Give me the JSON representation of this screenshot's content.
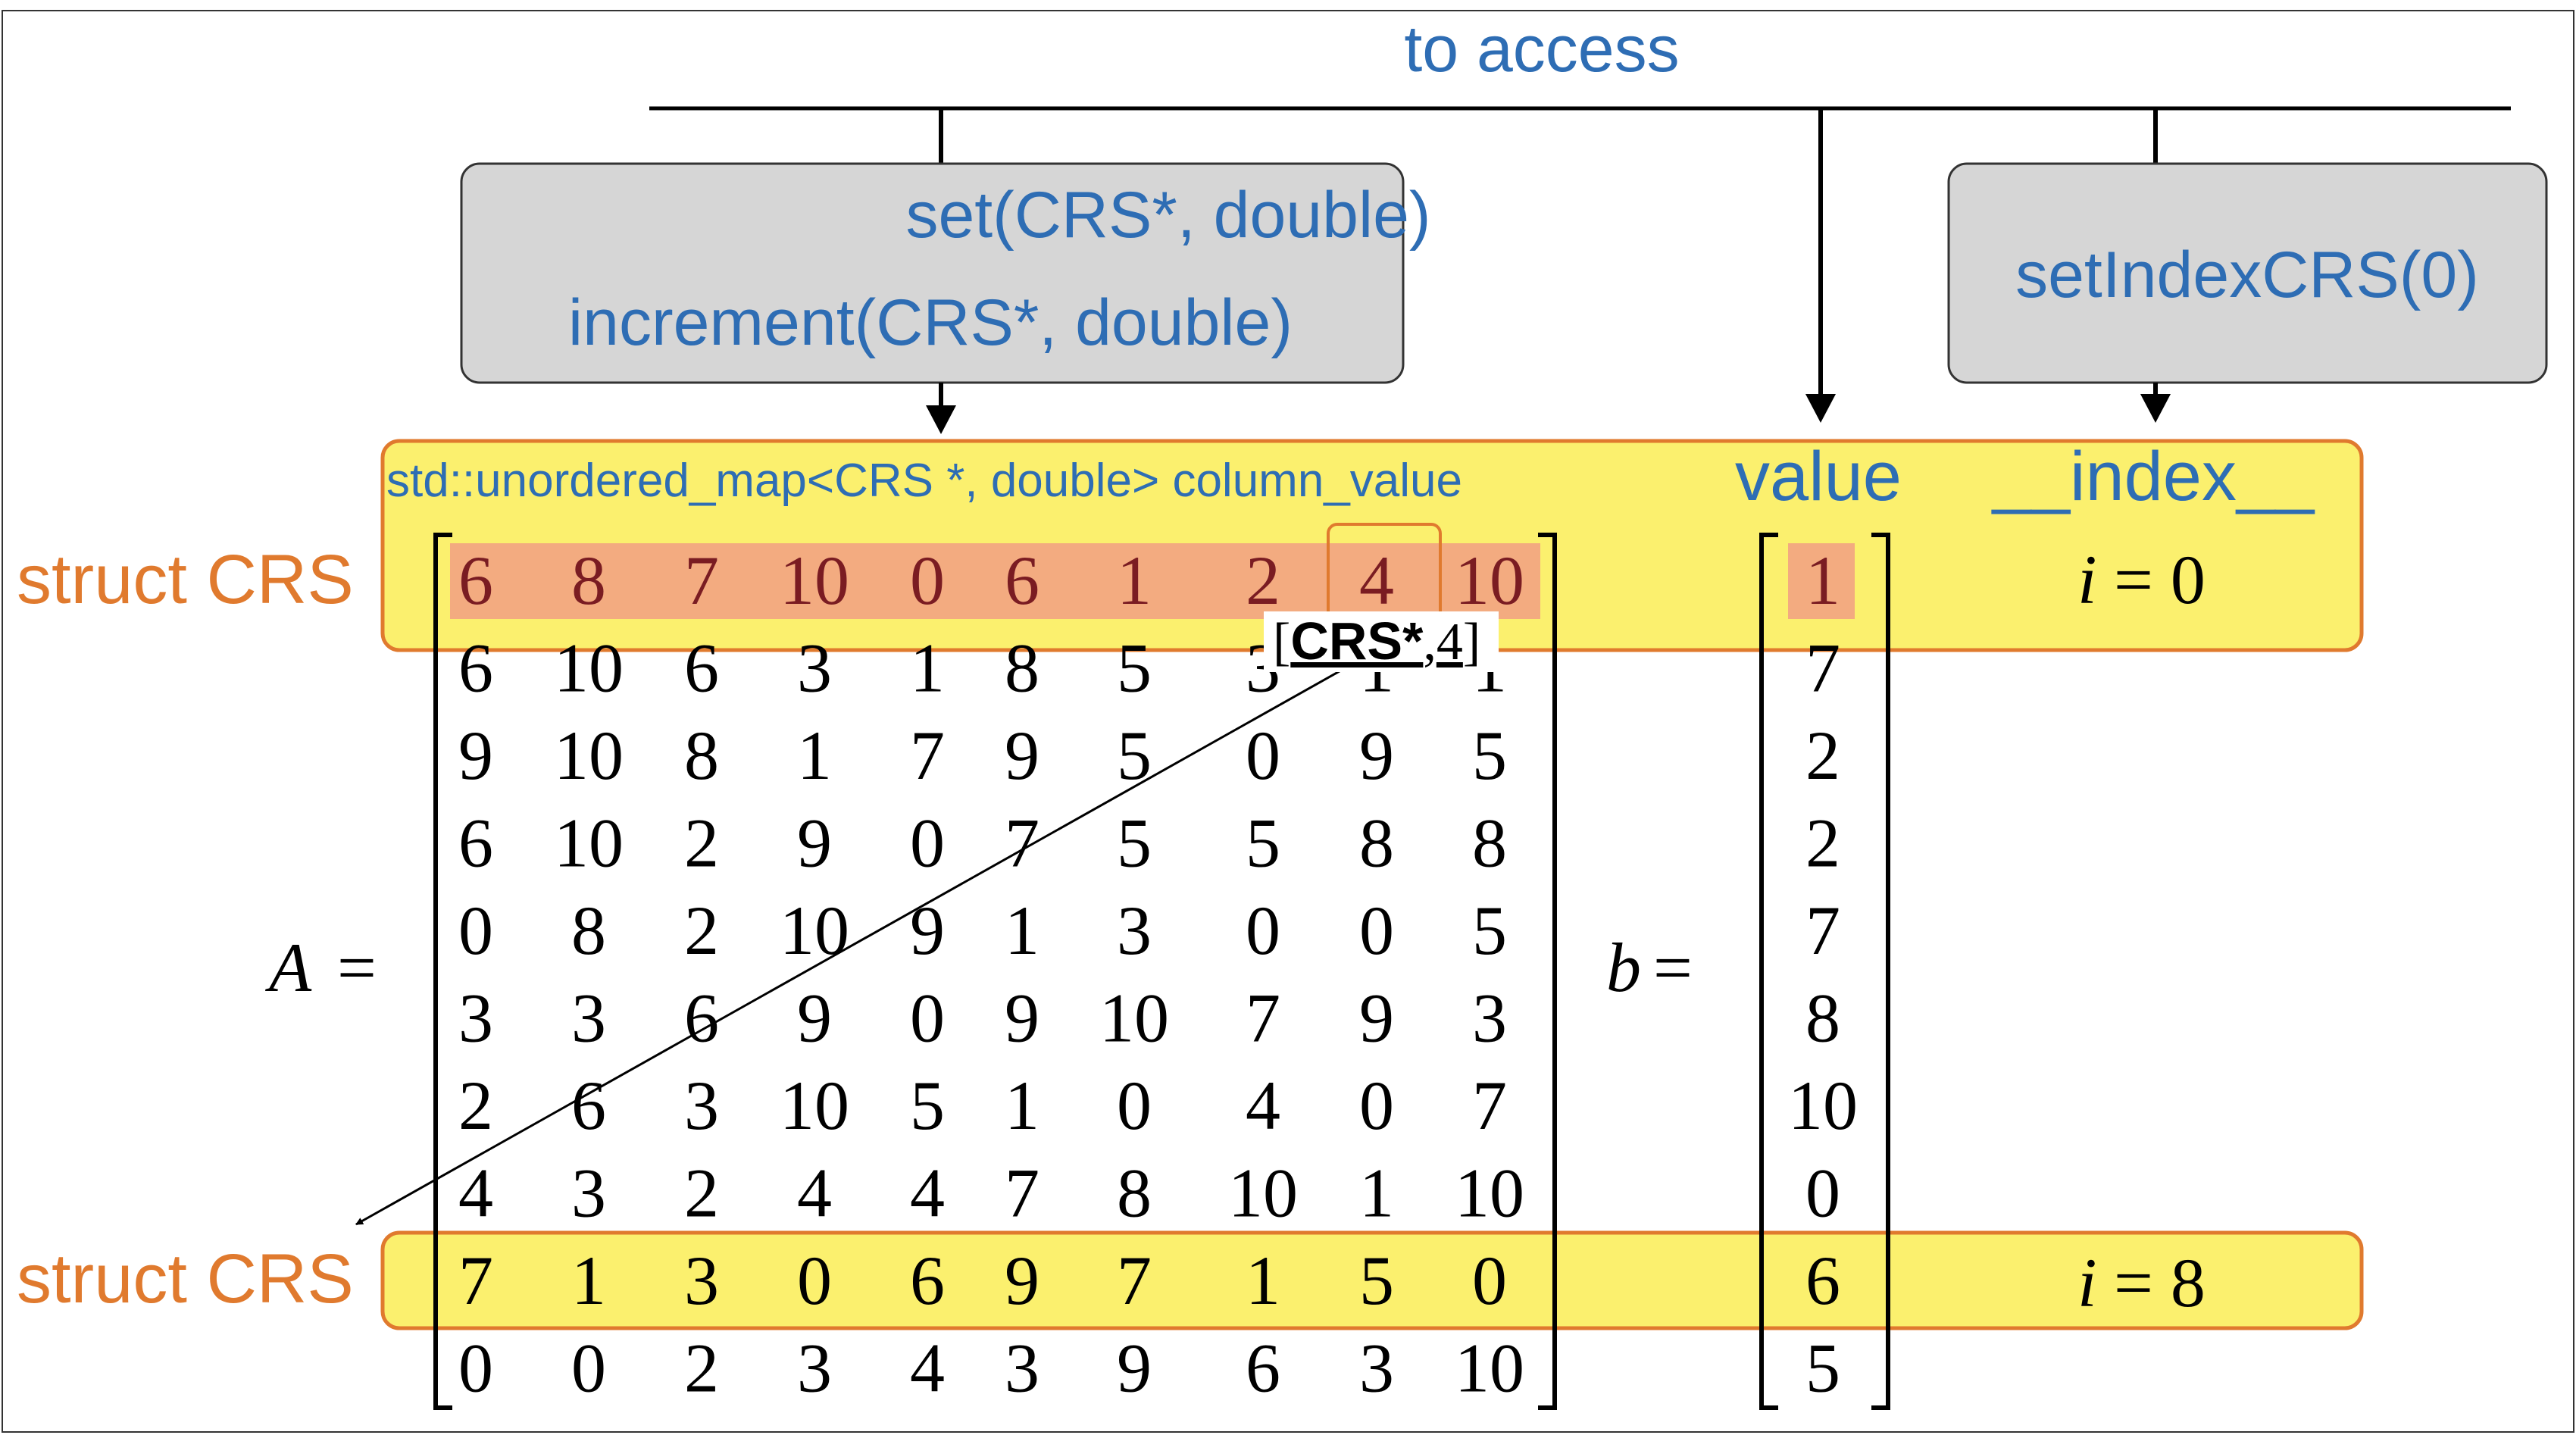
{
  "header": {
    "label": "to access"
  },
  "functions_box": {
    "line1": "set(CRS*, double)",
    "line2": "increment(CRS*, double)"
  },
  "index_box": {
    "label": "setIndexCRS(0)"
  },
  "struct_labels": {
    "top": "struct CRS",
    "bottom": "struct CRS"
  },
  "map_label": "std::unordered_map<CRS *, double> column_value",
  "value_label": "value",
  "index_label": "__index__",
  "matrix_A": {
    "symbol": "A",
    "eq": "=",
    "rows": [
      [
        "6",
        "8",
        "7",
        "10",
        "0",
        "6",
        "1",
        "2",
        "4",
        "10"
      ],
      [
        "6",
        "10",
        "6",
        "3",
        "1",
        "8",
        "5",
        "3",
        "1",
        "1"
      ],
      [
        "9",
        "10",
        "8",
        "1",
        "7",
        "9",
        "5",
        "0",
        "9",
        "5"
      ],
      [
        "6",
        "10",
        "2",
        "9",
        "0",
        "7",
        "5",
        "5",
        "8",
        "8"
      ],
      [
        "0",
        "8",
        "2",
        "10",
        "9",
        "1",
        "3",
        "0",
        "0",
        "5"
      ],
      [
        "3",
        "3",
        "6",
        "9",
        "0",
        "9",
        "10",
        "7",
        "9",
        "3"
      ],
      [
        "2",
        "6",
        "3",
        "10",
        "5",
        "1",
        "0",
        "4",
        "0",
        "7"
      ],
      [
        "4",
        "3",
        "2",
        "4",
        "4",
        "7",
        "8",
        "10",
        "1",
        "10"
      ],
      [
        "7",
        "1",
        "3",
        "0",
        "6",
        "9",
        "7",
        "1",
        "5",
        "0"
      ],
      [
        "0",
        "0",
        "2",
        "3",
        "4",
        "3",
        "9",
        "6",
        "3",
        "10"
      ]
    ]
  },
  "vector_b": {
    "symbol": "b",
    "eq": "=",
    "values": [
      "1",
      "7",
      "2",
      "2",
      "7",
      "8",
      "10",
      "0",
      "6",
      "5"
    ]
  },
  "index_values": {
    "top": {
      "var": "i",
      "eq": "= 0"
    },
    "bottom": {
      "var": "i",
      "eq": "= 8"
    }
  },
  "callout": {
    "ptr": "CRS*",
    "open": "[",
    "sep": ",",
    "num": "4",
    "close": "]"
  },
  "colors": {
    "blue_text": "#2e6db4",
    "orange": "#e07a2e",
    "yellow": "#fbf06e",
    "salmon": "#f3ab80",
    "gray_box": "#d6d6d6",
    "dark_red_text": "#7a1c22"
  }
}
